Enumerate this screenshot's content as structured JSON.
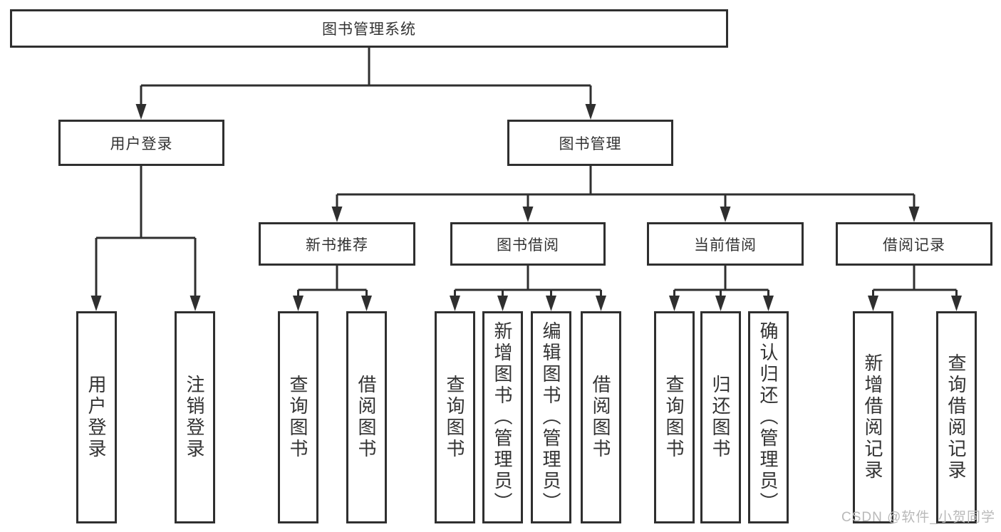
{
  "diagram": {
    "root": {
      "label": "图书管理系统"
    },
    "branches": [
      {
        "label": "用户登录",
        "leaves": [
          "用户登录",
          "注销登录"
        ]
      },
      {
        "label": "图书管理",
        "groups": [
          {
            "label": "新书推荐",
            "leaves": [
              "查询图书",
              "借阅图书"
            ]
          },
          {
            "label": "图书借阅",
            "leaves": [
              "查询图书",
              "新增图书（管理员）",
              "编辑图书（管理员）",
              "借阅图书"
            ]
          },
          {
            "label": "当前借阅",
            "leaves": [
              "查询图书",
              "归还图书",
              "确认归还（管理员）"
            ]
          },
          {
            "label": "借阅记录",
            "leaves": [
              "新增借阅记录",
              "查询借阅记录"
            ]
          }
        ]
      }
    ],
    "watermark": "CSDN @软件_小贺同学",
    "colors": {
      "line": "#2f2f2f",
      "text": "#333333",
      "box_bg": "#ffffff",
      "watermark": "#b9b9b9"
    }
  }
}
